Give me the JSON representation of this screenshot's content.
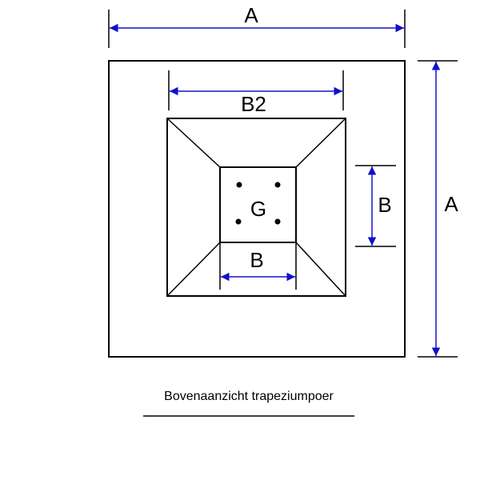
{
  "labels": {
    "top_width": "A",
    "right_height": "A",
    "upper_width": "B2",
    "column_height": "B",
    "column_width": "B",
    "center": "G"
  },
  "caption": "Bovenaanzicht trapeziumpoer",
  "colors": {
    "lines": "#000000",
    "dimensions": "#1010cc"
  }
}
